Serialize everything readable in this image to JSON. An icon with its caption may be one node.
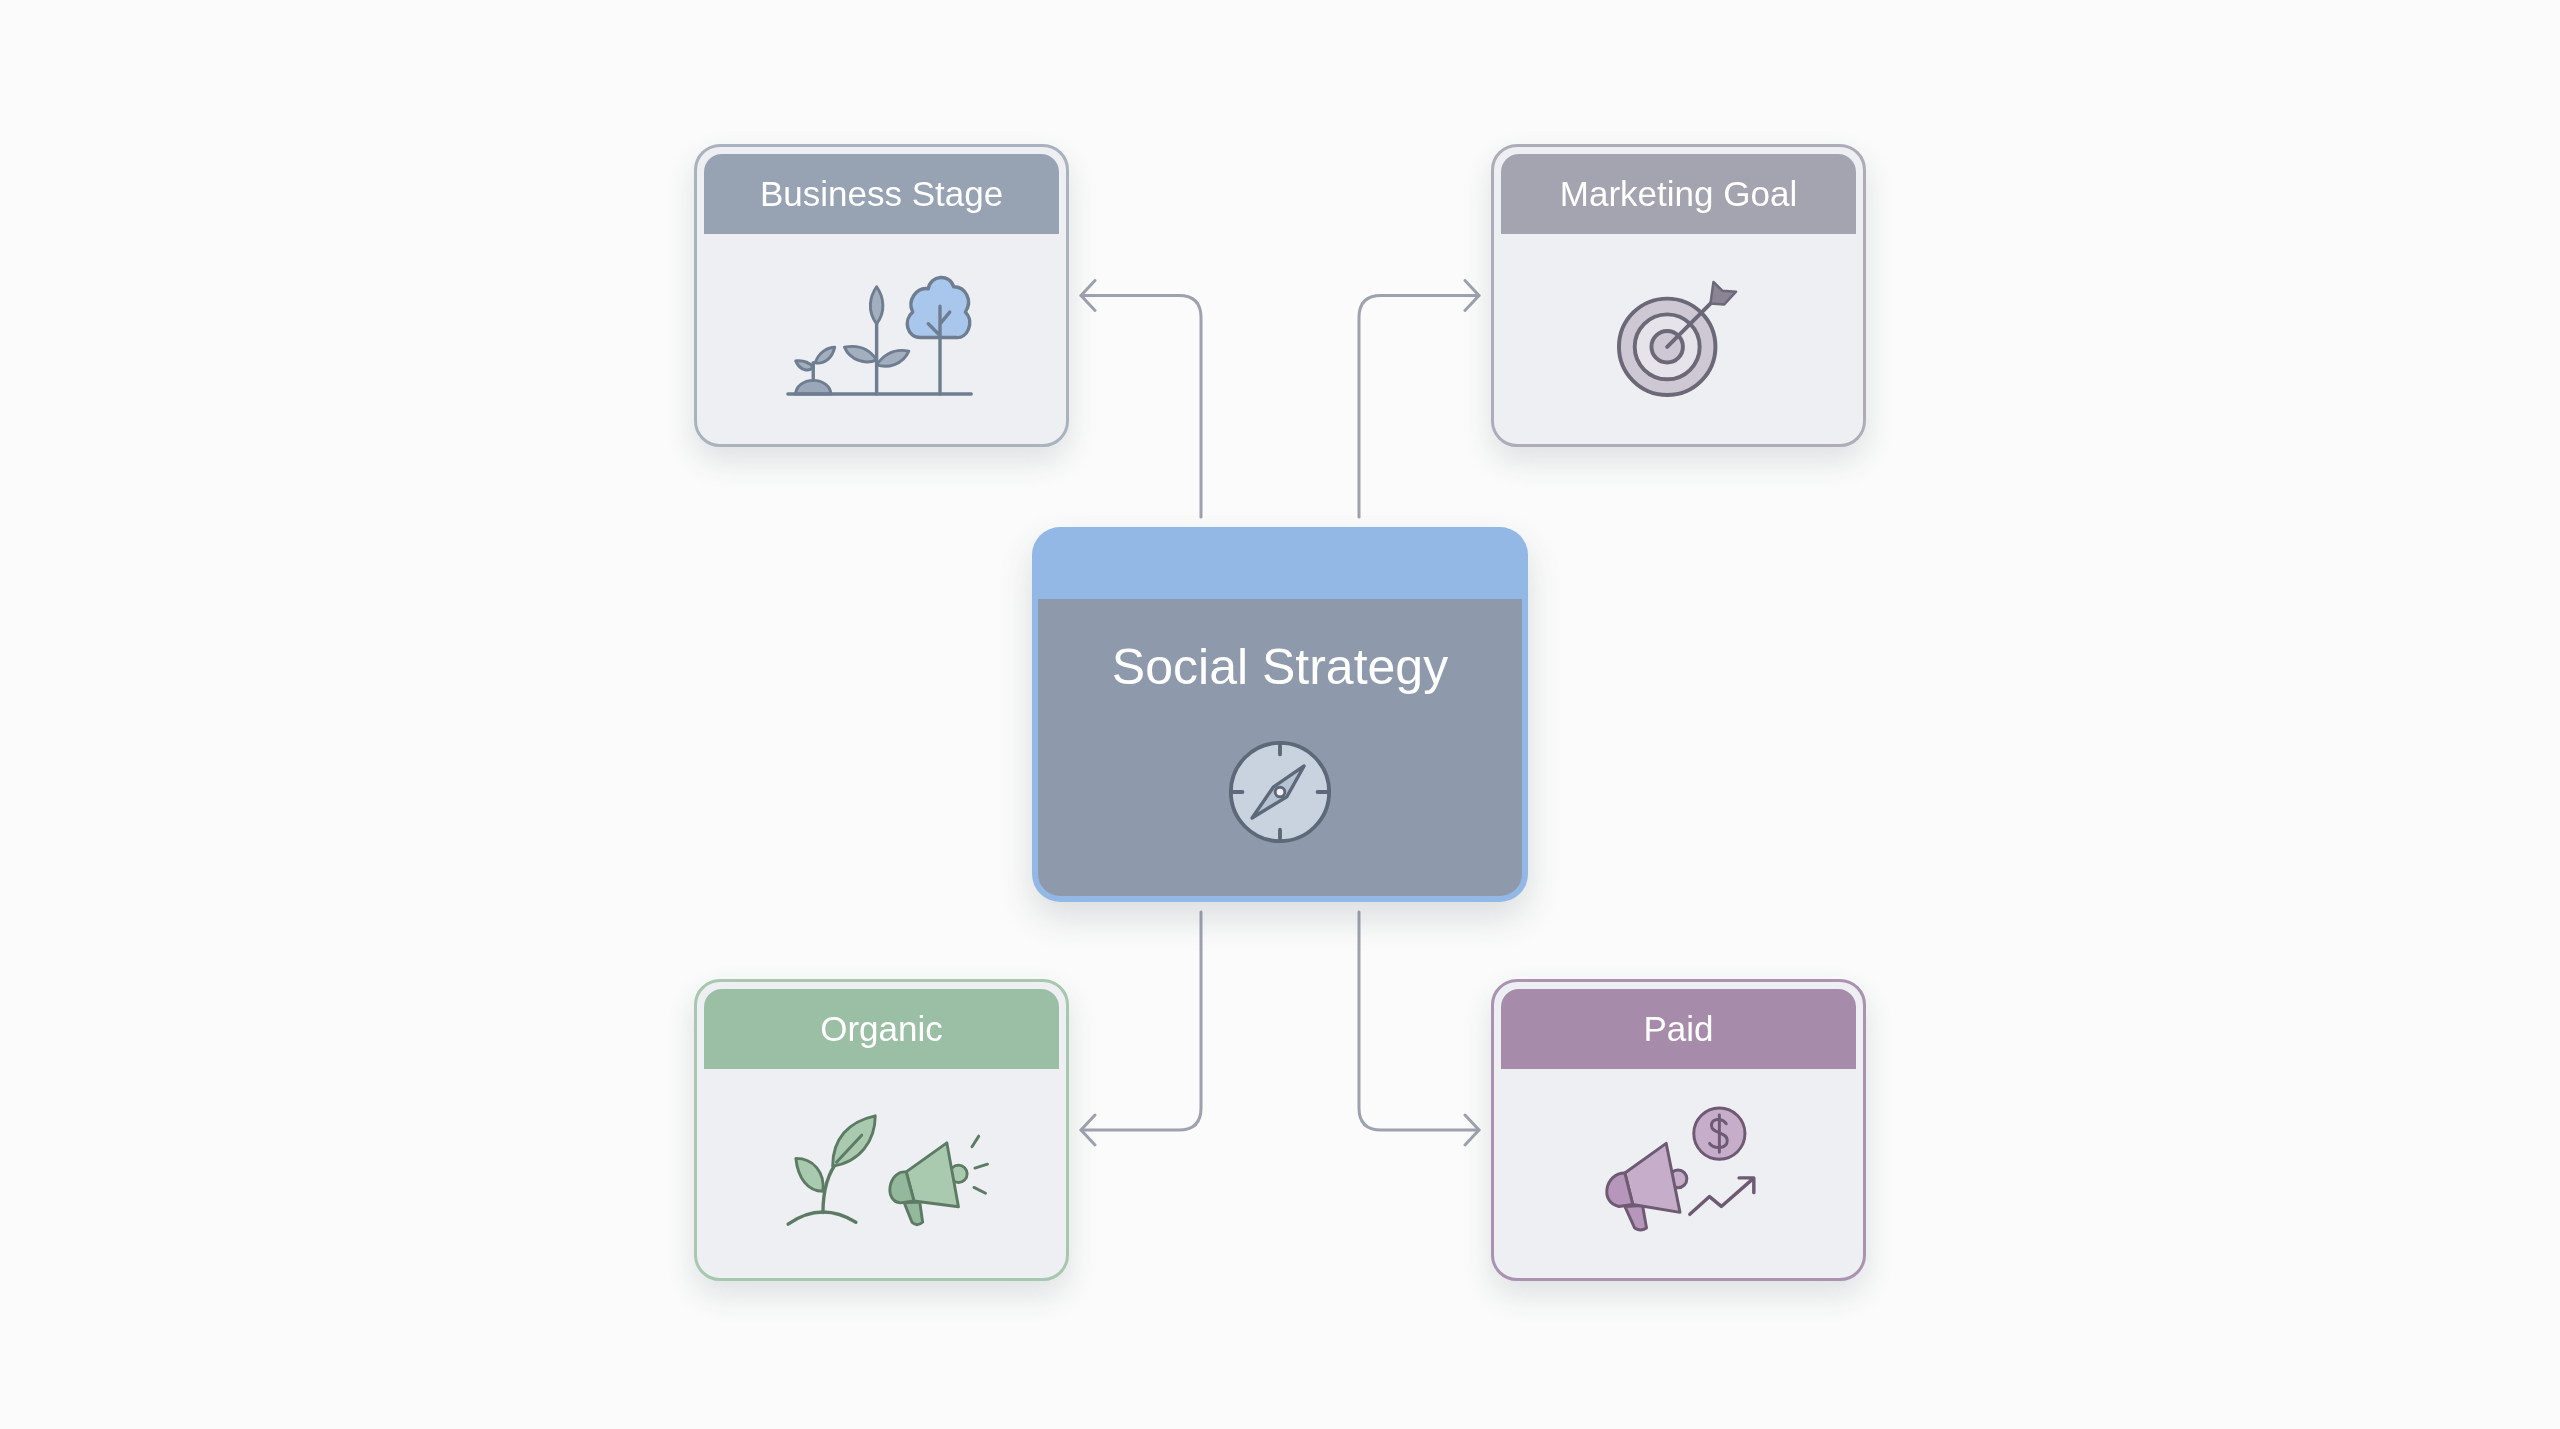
{
  "diagram": {
    "nodes": [
      {
        "text": [
          "Business Stage"
        ]
      },
      {
        "text": [
          "Marketing Goal"
        ]
      },
      {
        "text": [
          "Social Strategy"
        ]
      },
      {
        "text": [
          "Organic"
        ]
      },
      {
        "text": [
          "Paid"
        ]
      }
    ],
    "edges": [
      {
        "from": 2,
        "to": 0,
        "arrow": "to"
      },
      {
        "from": 2,
        "to": 1,
        "arrow": "to"
      },
      {
        "from": 2,
        "to": 3,
        "arrow": "to"
      },
      {
        "from": 2,
        "to": 4,
        "arrow": "to"
      }
    ]
  }
}
